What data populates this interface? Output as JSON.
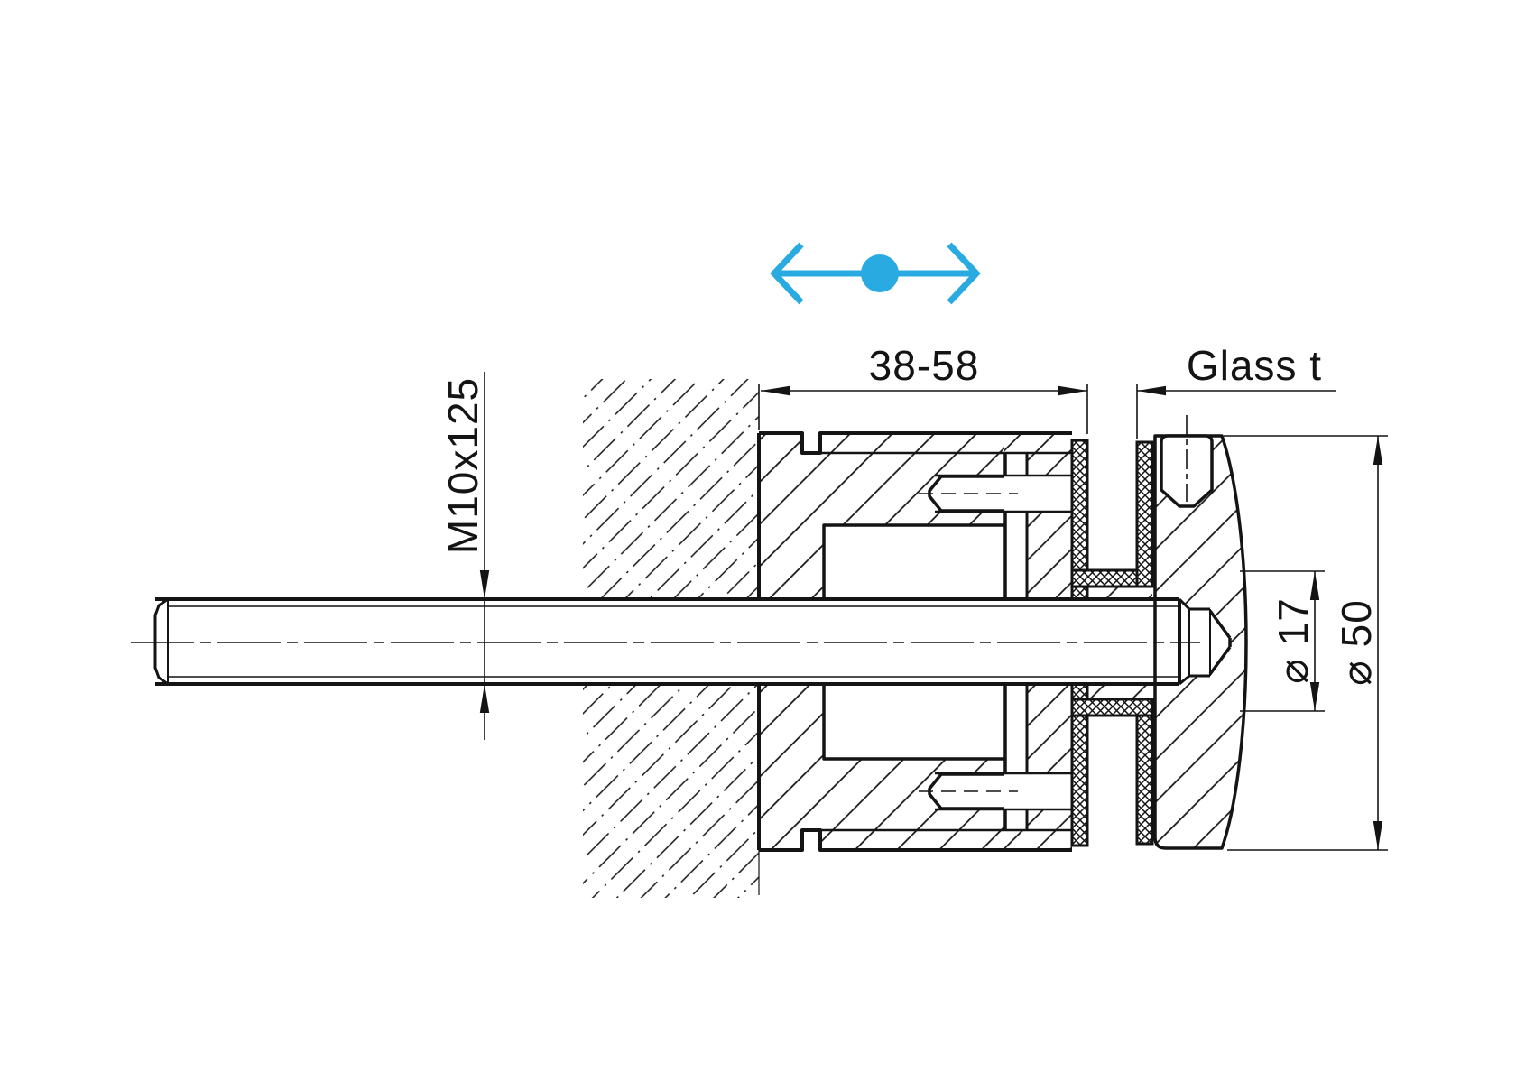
{
  "drawing": {
    "labels": {
      "adjustable_depth": "38-58",
      "glass_thickness": "Glass t",
      "thread_spec": "M10x125",
      "diameter_inner": "⌀ 17",
      "diameter_outer": "⌀ 50"
    },
    "colors": {
      "accent": "#29ABE2",
      "line": "#141414",
      "background": "#FFFFFF"
    },
    "icons": {
      "adjustability_arrow": "double-headed-horizontal-arrow-with-center-dot"
    }
  }
}
